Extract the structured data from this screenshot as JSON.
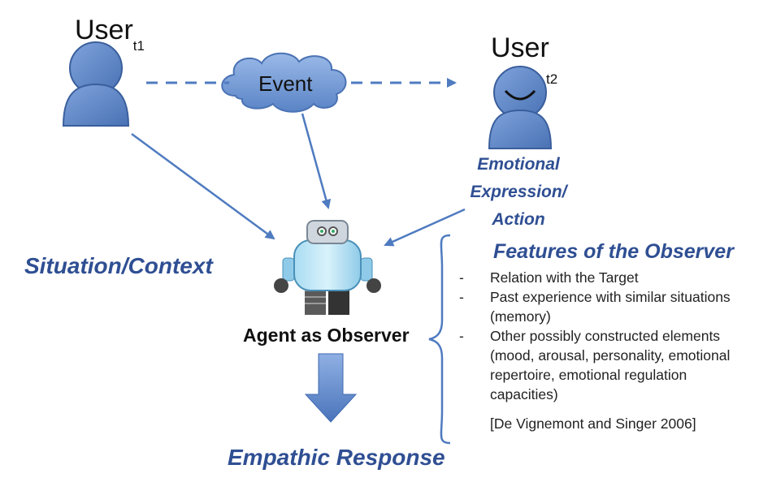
{
  "user_left": {
    "label": "User",
    "subscript": "t1"
  },
  "user_right": {
    "label": "User",
    "subscript": "t2"
  },
  "event": {
    "label": "Event"
  },
  "emotional_expression": {
    "line1": "Emotional",
    "line2": "Expression/",
    "line3": "Action"
  },
  "situation_context": "Situation/Context",
  "agent_label": "Agent as Observer",
  "empathic_response": "Empathic Response",
  "features": {
    "title": "Features of the Observer",
    "items": [
      "Relation with the Target",
      "Past experience with similar situations  (memory)",
      "Other possibly constructed elements (mood, arousal, personality, emotional repertoire, emotional regulation capacities)"
    ],
    "citation": "[De Vignemont and Singer 2006]"
  },
  "colors": {
    "person_fill": "#5b84c4",
    "person_stroke": "#3a5f9c",
    "arrow": "#4f7bc0",
    "accent_text": "#2f4f93",
    "cloud_fill": "#6e96d4"
  }
}
